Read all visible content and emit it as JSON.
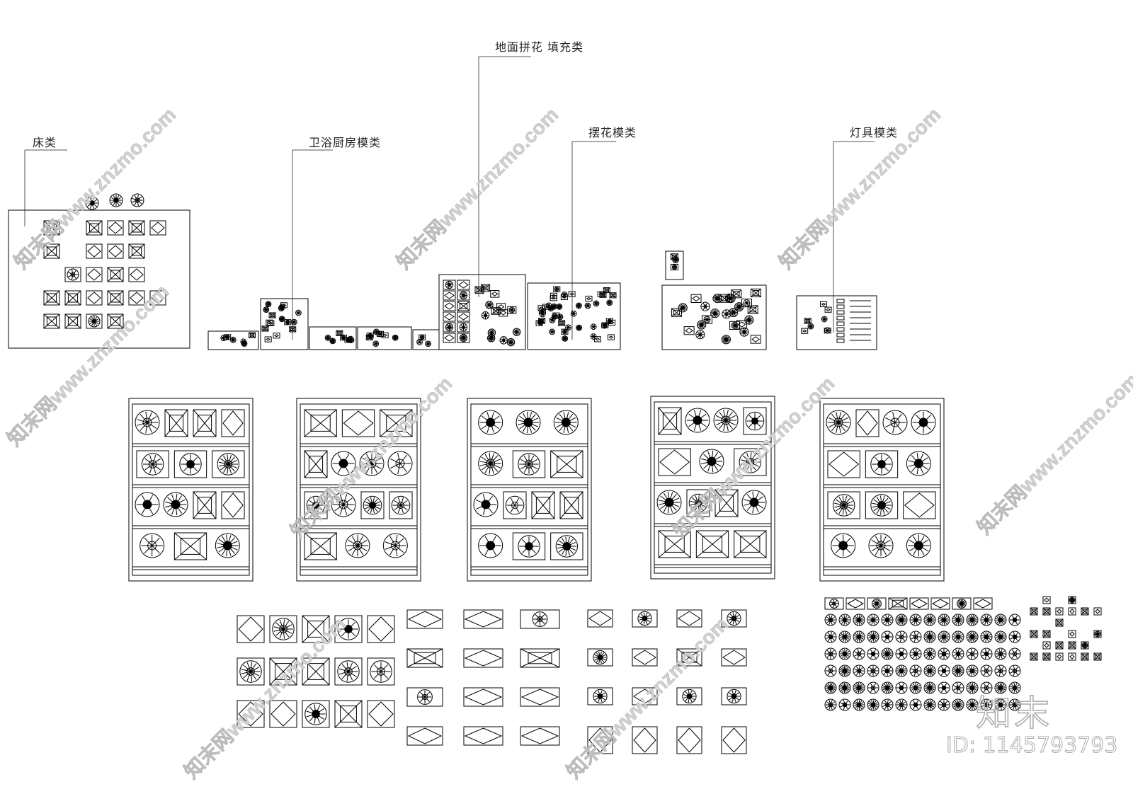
{
  "categories": [
    {
      "label": "床类"
    },
    {
      "label": "卫浴厨房模类"
    },
    {
      "label": "地面拼花  填充类"
    },
    {
      "label": "摆花模类"
    },
    {
      "label": "灯具模类"
    }
  ],
  "watermark": {
    "text": "知末网www.znzmo.com",
    "logo": "知末",
    "id": "ID: 1145793793"
  },
  "colors": {
    "line": "#000000",
    "watermark": "#cccccc"
  }
}
